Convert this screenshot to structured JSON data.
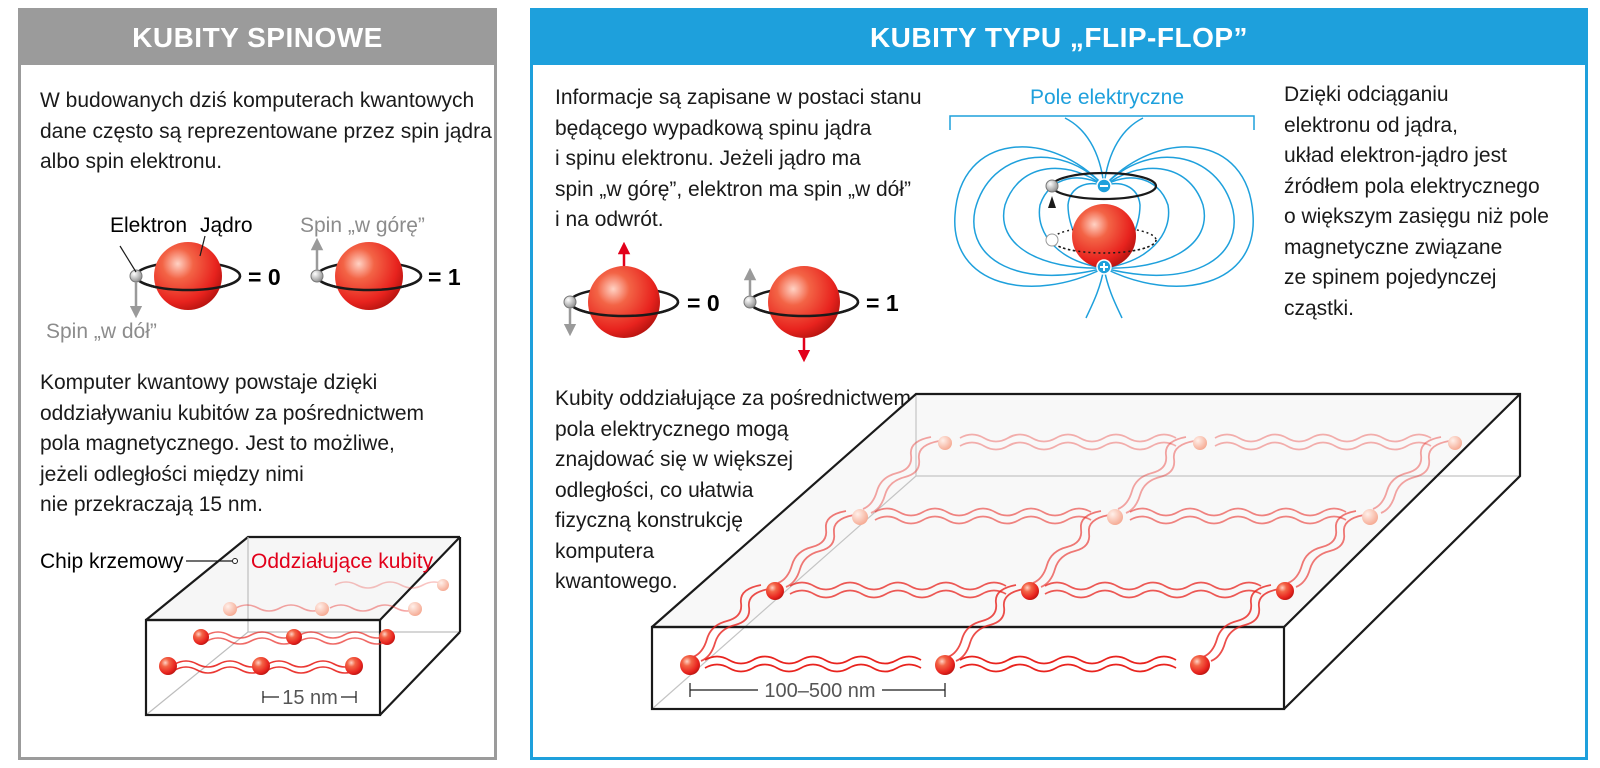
{
  "left": {
    "title": "KUBITY SPINOWE",
    "intro": "W budowanych dziś komputerach kwantowych\ndane często są reprezentowane przez spin jądra\nalbo spin elektronu.",
    "label_electron": "Elektron",
    "label_nucleus": "Jądro",
    "label_spin_up": "Spin „w górę”",
    "label_spin_down": "Spin „w dół”",
    "eq_zero": "= 0",
    "eq_one": "= 1",
    "body": "Komputer kwantowy powstaje dzięki\noddziaływaniu kubitów za pośrednictwem\npola magnetycznego. Jest to możliwe,\njeżeli odległości między nimi\nnie przekraczają 15 nm.",
    "label_chip": "Chip krzemowy",
    "label_interacting": "Oddziałujące kubity",
    "label_distance": "15 nm"
  },
  "right": {
    "title": "KUBITY TYPU „FLIP-FLOP”",
    "intro": "Informacje są zapisane w postaci stanu\nbędącego wypadkową spinu jądra\ni spinu elektronu. Jeżeli jądro ma\nspin „w górę”, elektron ma spin „w dół”\ni na odwrót.",
    "eq_zero": "= 0",
    "eq_one": "= 1",
    "label_field": "Pole elektryczne",
    "side_text": "Dzięki odciąganiu\nelektronu od jądra,\nukład elektron-jądro jest\nźródłem pola elektrycznego\no większym zasięgu niż pole\nmagnetyczne związane\nze spinem pojedynczej\ncząstki.",
    "body": "Kubity oddziałujące za pośrednictwem\npola elektrycznego mogą\nznajdować się w większej\nodległości, co ułatwia\nfizyczną konstrukcję\nkomputera\nkwantowego.",
    "label_distance": "100–500 nm"
  },
  "colors": {
    "left_header": "#9b9b9b",
    "right_header": "#1ea0dc",
    "sphere_red": "#e8231e",
    "field_lines": "#1ea0dc",
    "wave_red": "#e8231e",
    "interacting_label": "#e2001a"
  }
}
